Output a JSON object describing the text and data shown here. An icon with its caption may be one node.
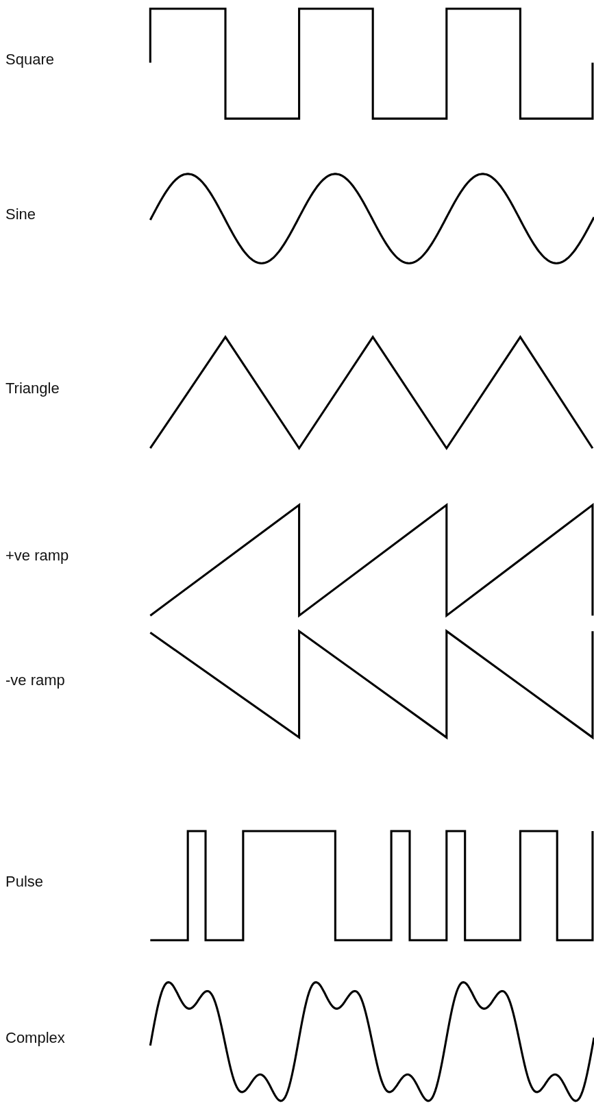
{
  "diagram": {
    "labels": [
      "Square",
      "Sine",
      "Triangle",
      "+ve ramp",
      "-ve ramp",
      "Pulse",
      "Complex"
    ]
  }
}
